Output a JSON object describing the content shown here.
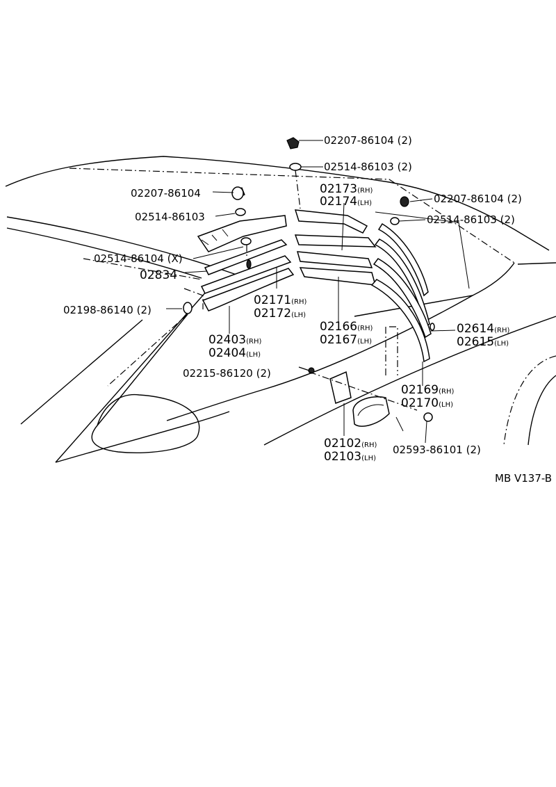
{
  "labels": [
    {
      "id": "l1",
      "code": "02207-86104",
      "qty": "(2)"
    },
    {
      "id": "l2",
      "code": "02514-86103",
      "qty": "(2)"
    },
    {
      "id": "l3",
      "code": "02173",
      "side": "(RH)"
    },
    {
      "id": "l4",
      "code": "02174",
      "side": "(LH)"
    },
    {
      "id": "l5",
      "code": "02207-86104",
      "qty": ""
    },
    {
      "id": "l6",
      "code": "02207-86104",
      "qty": "(2)"
    },
    {
      "id": "l7",
      "code": "02514-86103",
      "qty": ""
    },
    {
      "id": "l8",
      "code": "02514-86103",
      "qty": "(2)"
    },
    {
      "id": "l9",
      "code": "02514-86104",
      "qty": "(X)"
    },
    {
      "id": "l10",
      "code": "02834",
      "qty": ""
    },
    {
      "id": "l11",
      "code": "02171",
      "side": "(RH)"
    },
    {
      "id": "l12",
      "code": "02172",
      "side": "(LH)"
    },
    {
      "id": "l13",
      "code": "02198-86140",
      "qty": "(2)"
    },
    {
      "id": "l14",
      "code": "02166",
      "side": "(RH)"
    },
    {
      "id": "l15",
      "code": "02167",
      "side": "(LH)"
    },
    {
      "id": "l16",
      "code": "02403",
      "side": "(RH)"
    },
    {
      "id": "l17",
      "code": "02404",
      "side": "(LH)"
    },
    {
      "id": "l18",
      "code": "02614",
      "side": "(RH)"
    },
    {
      "id": "l19",
      "code": "02615",
      "side": "(LH)"
    },
    {
      "id": "l20",
      "code": "02215-86120",
      "qty": "(2)"
    },
    {
      "id": "l21",
      "code": "02169",
      "side": "(RH)"
    },
    {
      "id": "l22",
      "code": "02170",
      "side": "(LH)"
    },
    {
      "id": "l23",
      "code": "02102",
      "side": "(RH)"
    },
    {
      "id": "l24",
      "code": "02103",
      "side": "(LH)"
    },
    {
      "id": "l25",
      "code": "02593-86101",
      "qty": "(2)"
    }
  ],
  "figure_code": "MB V137-B"
}
